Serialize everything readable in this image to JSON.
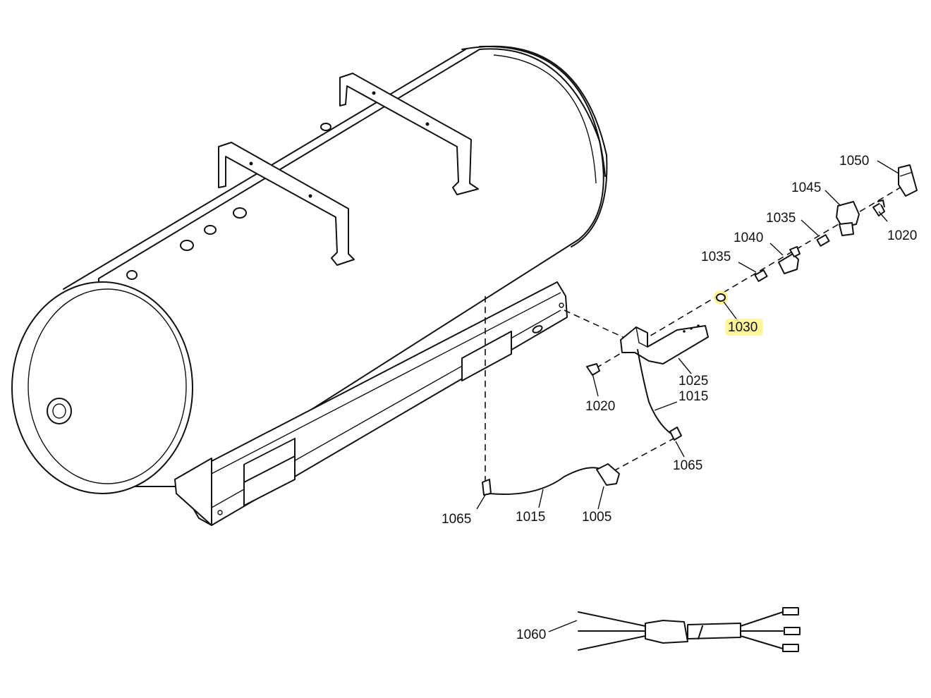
{
  "callouts": {
    "c1050": "1050",
    "c1045": "1045",
    "c1035_top": "1035",
    "c1020_right": "1020",
    "c1040": "1040",
    "c1035_mid": "1035",
    "c1030": "1030",
    "c1025": "1025",
    "c1015_right": "1015",
    "c1020_left": "1020",
    "c1065_right": "1065",
    "c1065_left": "1065",
    "c1015_bottom": "1015",
    "c1005": "1005",
    "c1060": "1060"
  },
  "highlight": {
    "callout": "1030",
    "color": "#ffee55"
  }
}
